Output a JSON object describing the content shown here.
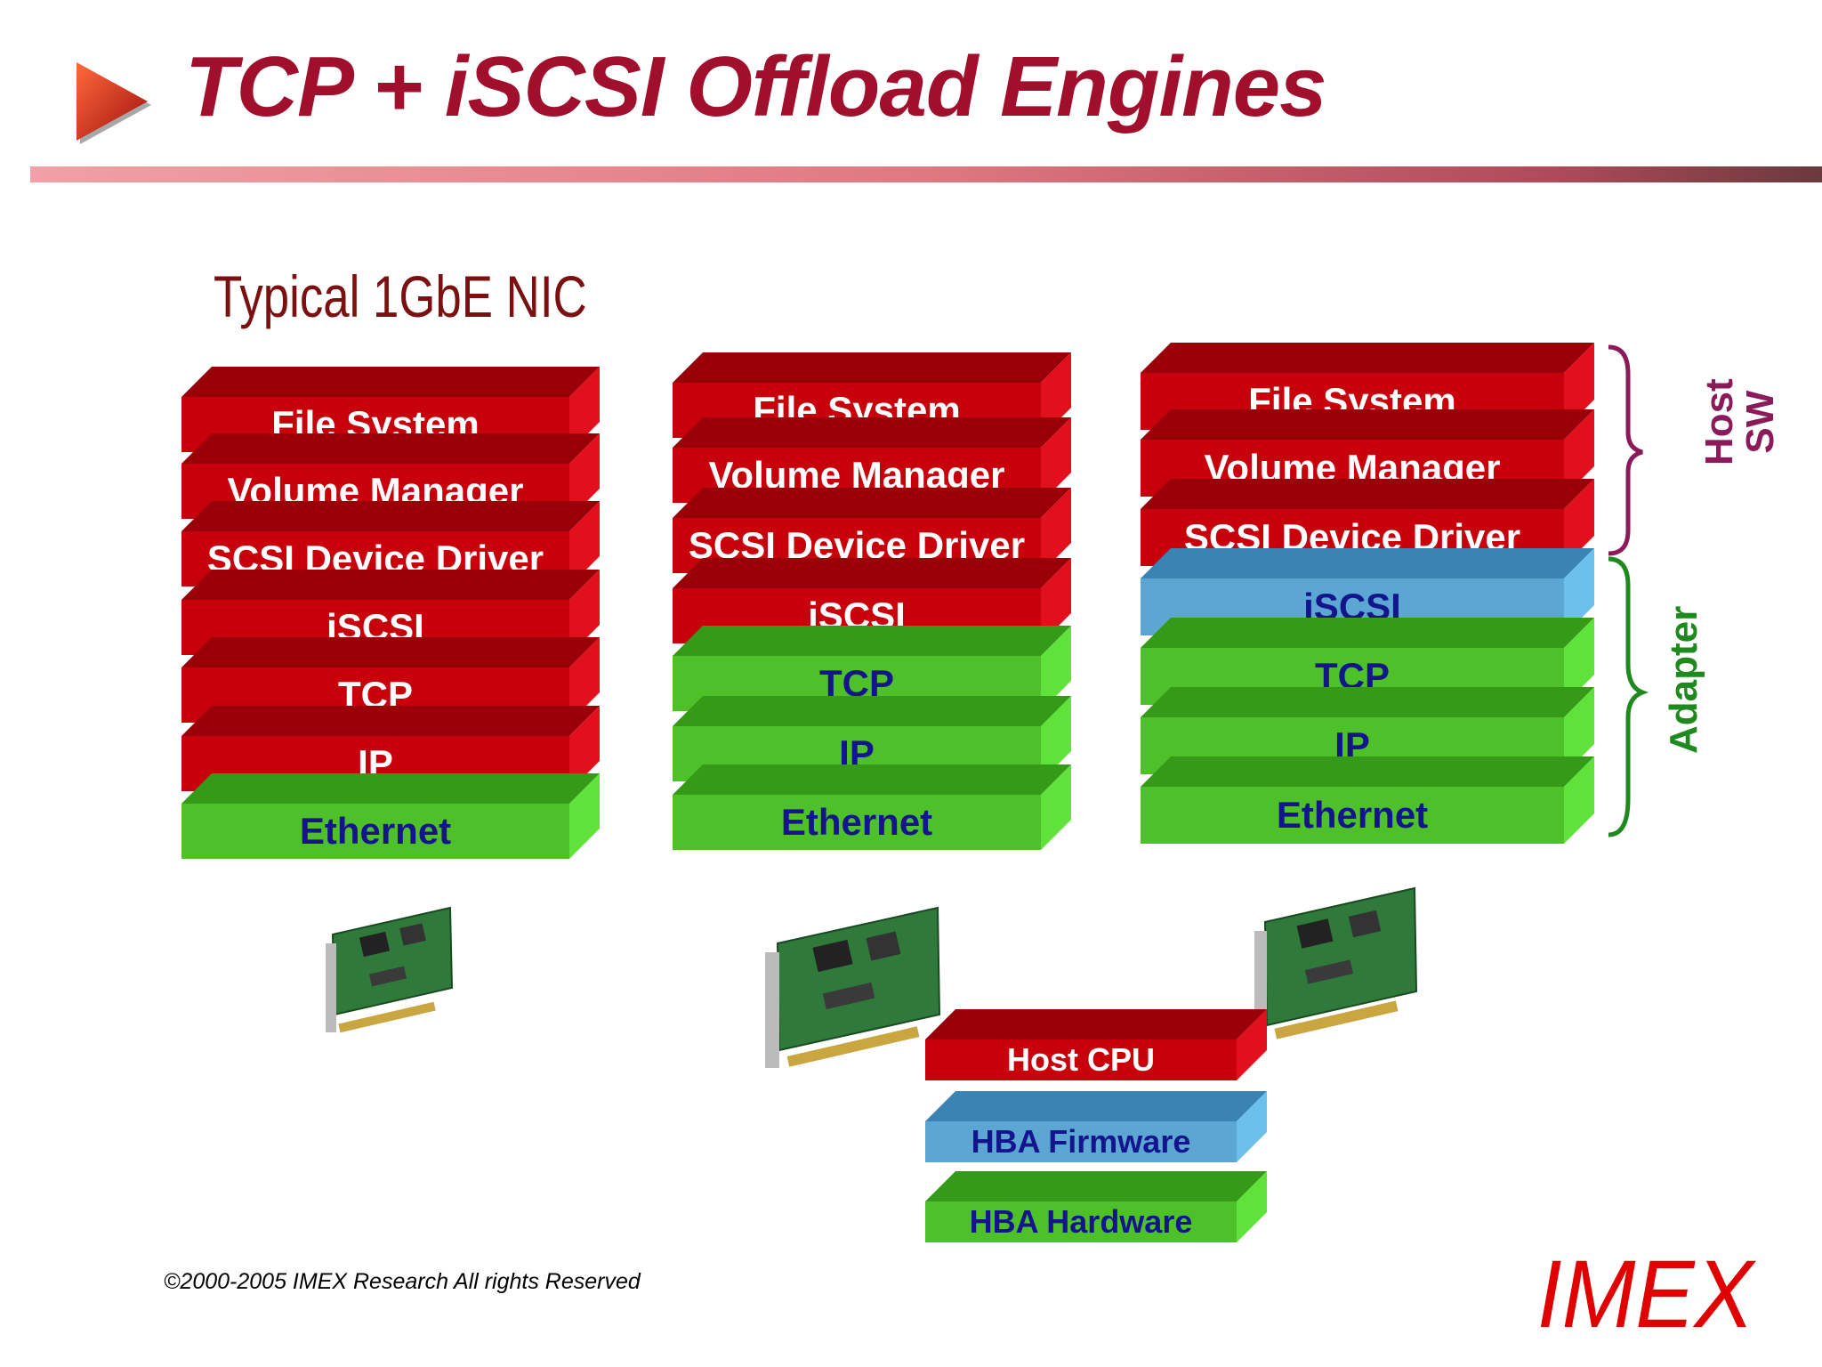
{
  "title": "TCP + iSCSI Offload Engines",
  "subtitle": "Typical 1GbE NIC",
  "stacks": [
    {
      "layers": [
        {
          "label": "File System",
          "color": "red"
        },
        {
          "label": "Volume Manager",
          "color": "red"
        },
        {
          "label": "SCSI Device Driver",
          "color": "red"
        },
        {
          "label": "iSCSI",
          "color": "red"
        },
        {
          "label": "TCP",
          "color": "red"
        },
        {
          "label": "IP",
          "color": "red"
        },
        {
          "label": "Ethernet",
          "color": "green"
        }
      ]
    },
    {
      "layers": [
        {
          "label": "File System",
          "color": "red"
        },
        {
          "label": "Volume Manager",
          "color": "red"
        },
        {
          "label": "SCSI Device Driver",
          "color": "red"
        },
        {
          "label": "iSCSI",
          "color": "red"
        },
        {
          "label": "TCP",
          "color": "green"
        },
        {
          "label": "IP",
          "color": "green"
        },
        {
          "label": "Ethernet",
          "color": "green"
        }
      ]
    },
    {
      "layers": [
        {
          "label": "File System",
          "color": "red"
        },
        {
          "label": "Volume Manager",
          "color": "red"
        },
        {
          "label": "SCSI Device Driver",
          "color": "red"
        },
        {
          "label": "iSCSI",
          "color": "blue"
        },
        {
          "label": "TCP",
          "color": "green"
        },
        {
          "label": "IP",
          "color": "green"
        },
        {
          "label": "Ethernet",
          "color": "green"
        }
      ]
    }
  ],
  "legend": [
    {
      "label": "Host CPU",
      "color": "red"
    },
    {
      "label": "HBA Firmware",
      "color": "blue"
    },
    {
      "label": "HBA Hardware",
      "color": "green"
    }
  ],
  "braces": {
    "host": {
      "label": "Host SW",
      "color": "#8b1a5a"
    },
    "adapter": {
      "label": "Adapter",
      "color": "#1e8a1e"
    }
  },
  "footer": "©2000-2005 IMEX Research All rights Reserved",
  "logo": "IMEX",
  "colors": {
    "title": "#a0102c",
    "red": "#c8000c",
    "green": "#4ec12a",
    "blue": "#5ba6d2",
    "label_dark": "#14148c"
  }
}
